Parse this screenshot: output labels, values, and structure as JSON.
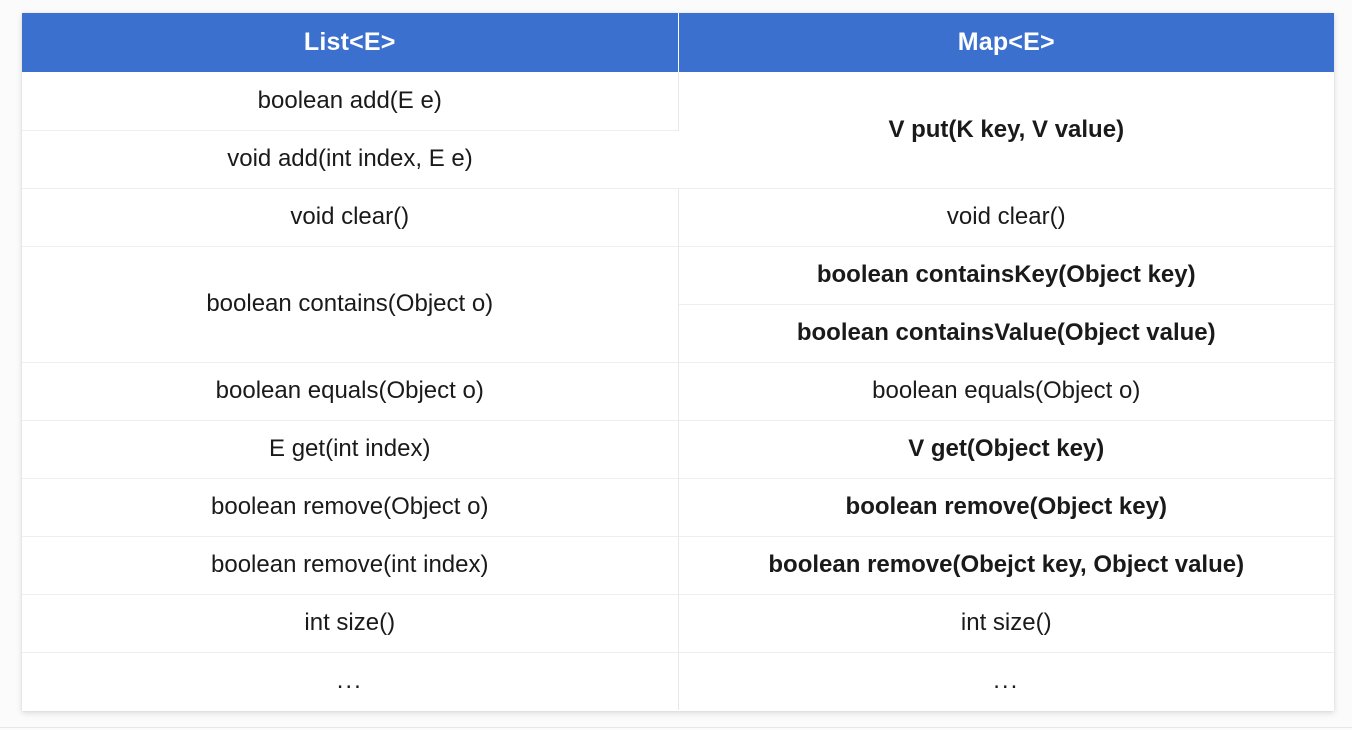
{
  "theme": {
    "header_bg": "#3c70cf",
    "header_text": "#ffffff",
    "highlight_text": "#e8392a",
    "body_text": "#1a1a1a",
    "grid_line": "#eeeeee",
    "page_bg": "#fbfbfb"
  },
  "table": {
    "headers": {
      "left": "List<E>",
      "right": "Map<E>"
    },
    "rows": [
      {
        "left": {
          "text": "boolean add(E e)",
          "rowspan": 1,
          "highlight": false
        },
        "right": {
          "text": "V put(K key, V value)",
          "rowspan": 2,
          "highlight": true
        }
      },
      {
        "left": {
          "text": "void add(int index, E e)",
          "rowspan": 1,
          "highlight": false
        }
      },
      {
        "left": {
          "text": "void clear()",
          "rowspan": 1,
          "highlight": false
        },
        "right": {
          "text": "void clear()",
          "rowspan": 1,
          "highlight": false
        }
      },
      {
        "left": {
          "text": "boolean contains(Object o)",
          "rowspan": 2,
          "highlight": false
        },
        "right": {
          "text": "boolean containsKey(Object key)",
          "rowspan": 1,
          "highlight": true
        }
      },
      {
        "right": {
          "text": "boolean containsValue(Object value)",
          "rowspan": 1,
          "highlight": true
        }
      },
      {
        "left": {
          "text": "boolean equals(Object o)",
          "rowspan": 1,
          "highlight": false
        },
        "right": {
          "text": "boolean equals(Object o)",
          "rowspan": 1,
          "highlight": false
        }
      },
      {
        "left": {
          "text": "E get(int index)",
          "rowspan": 1,
          "highlight": false
        },
        "right": {
          "text": "V get(Object key)",
          "rowspan": 1,
          "highlight": true
        }
      },
      {
        "left": {
          "text": "boolean remove(Object o)",
          "rowspan": 1,
          "highlight": false
        },
        "right": {
          "text": "boolean remove(Object key)",
          "rowspan": 1,
          "highlight": true
        }
      },
      {
        "left": {
          "text": "boolean remove(int index)",
          "rowspan": 1,
          "highlight": false
        },
        "right": {
          "text": "boolean remove(Obejct key, Object value)",
          "rowspan": 1,
          "highlight": true
        }
      },
      {
        "left": {
          "text": "int size()",
          "rowspan": 1,
          "highlight": false
        },
        "right": {
          "text": "int size()",
          "rowspan": 1,
          "highlight": false
        }
      },
      {
        "left": {
          "text": "...",
          "rowspan": 1,
          "highlight": false
        },
        "right": {
          "text": "...",
          "rowspan": 1,
          "highlight": false
        }
      }
    ]
  }
}
